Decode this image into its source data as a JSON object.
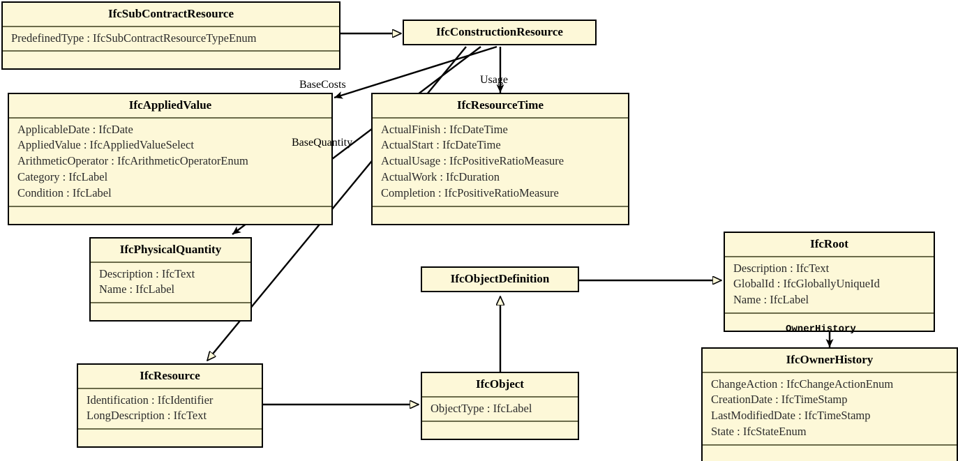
{
  "diagram": {
    "title": "IFC Resource Class Diagram",
    "background": "#ffffff",
    "class_fill": "#fdf8d8",
    "class_border": "#000000",
    "compartment_rule": "#6b6b4a",
    "edge_color": "#000000"
  },
  "classes": [
    {
      "id": "ifcsubcontractresource",
      "name": "IfcSubContractResource",
      "attributes": [
        "PredefinedType : IfcSubContractResourceTypeEnum"
      ],
      "operations": [],
      "has_ops_compartment": true
    },
    {
      "id": "ifcconstructionresource",
      "name": "IfcConstructionResource",
      "attributes": [],
      "operations": [],
      "has_ops_compartment": false
    },
    {
      "id": "ifcappliedvalue",
      "name": "IfcAppliedValue",
      "attributes": [
        "ApplicableDate : IfcDate",
        "AppliedValue : IfcAppliedValueSelect",
        "ArithmeticOperator : IfcArithmeticOperatorEnum",
        "Category : IfcLabel",
        "Condition : IfcLabel"
      ],
      "operations": [],
      "has_ops_compartment": true
    },
    {
      "id": "ifcresourcetime",
      "name": "IfcResourceTime",
      "attributes": [
        "ActualFinish : IfcDateTime",
        "ActualStart : IfcDateTime",
        "ActualUsage : IfcPositiveRatioMeasure",
        "ActualWork : IfcDuration",
        "Completion : IfcPositiveRatioMeasure"
      ],
      "operations": [],
      "has_ops_compartment": true
    },
    {
      "id": "ifcphysicalquantity",
      "name": "IfcPhysicalQuantity",
      "attributes": [
        "Description : IfcText",
        "Name : IfcLabel"
      ],
      "operations": [],
      "has_ops_compartment": true
    },
    {
      "id": "ifcobjectdefinition",
      "name": "IfcObjectDefinition",
      "attributes": [],
      "operations": [],
      "has_ops_compartment": false
    },
    {
      "id": "ifcroot",
      "name": "IfcRoot",
      "attributes": [
        "Description : IfcText",
        "GlobalId : IfcGloballyUniqueId",
        "Name : IfcLabel"
      ],
      "operations": [],
      "has_ops_compartment": true
    },
    {
      "id": "ifcresource",
      "name": "IfcResource",
      "attributes": [
        "Identification : IfcIdentifier",
        "LongDescription : IfcText"
      ],
      "operations": [],
      "has_ops_compartment": true
    },
    {
      "id": "ifcobject",
      "name": "IfcObject",
      "attributes": [
        "ObjectType : IfcLabel"
      ],
      "operations": [],
      "has_ops_compartment": true
    },
    {
      "id": "ifcownerhistory",
      "name": "IfcOwnerHistory",
      "attributes": [
        "ChangeAction : IfcChangeActionEnum",
        "CreationDate : IfcTimeStamp",
        "LastModifiedDate : IfcTimeStamp",
        "State : IfcStateEnum"
      ],
      "operations": [],
      "has_ops_compartment": true
    }
  ],
  "edge_labels": [
    {
      "id": "basecosts",
      "text": "BaseCosts"
    },
    {
      "id": "usage",
      "text": "Usage"
    },
    {
      "id": "basequantity",
      "text": "BaseQuantity"
    },
    {
      "id": "ownerhistory",
      "text": "OwnerHistory"
    }
  ],
  "relationships": [
    {
      "from": "IfcSubContractResource",
      "to": "IfcConstructionResource",
      "type": "generalization",
      "label": ""
    },
    {
      "from": "IfcConstructionResource",
      "to": "IfcAppliedValue",
      "type": "association",
      "label": "BaseCosts"
    },
    {
      "from": "IfcConstructionResource",
      "to": "IfcResourceTime",
      "type": "association",
      "label": "Usage"
    },
    {
      "from": "IfcConstructionResource",
      "to": "IfcPhysicalQuantity",
      "type": "association",
      "label": "BaseQuantity"
    },
    {
      "from": "IfcConstructionResource",
      "to": "IfcResource",
      "type": "generalization",
      "label": ""
    },
    {
      "from": "IfcResource",
      "to": "IfcObject",
      "type": "generalization",
      "label": ""
    },
    {
      "from": "IfcObject",
      "to": "IfcObjectDefinition",
      "type": "generalization",
      "label": ""
    },
    {
      "from": "IfcObjectDefinition",
      "to": "IfcRoot",
      "type": "generalization",
      "label": ""
    },
    {
      "from": "IfcRoot",
      "to": "IfcOwnerHistory",
      "type": "association",
      "label": "OwnerHistory"
    }
  ]
}
